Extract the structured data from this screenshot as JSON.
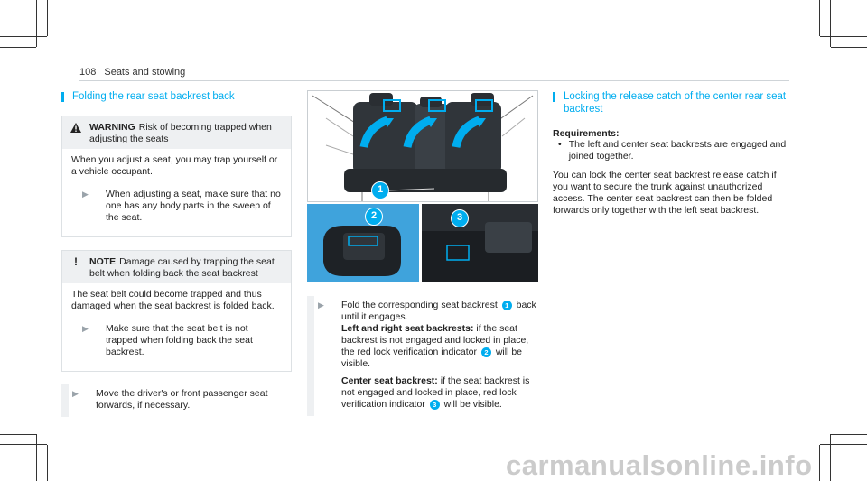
{
  "header": {
    "page_number": "108",
    "section": "Seats and stowing"
  },
  "left": {
    "title": "Folding the rear seat backrest back",
    "warning": {
      "label": "WARNING",
      "heading": "Risk of becoming trapped when adjusting the seats",
      "text": "When you adjust a seat, you may trap yourself or a vehicle occupant.",
      "step": "When adjusting a seat, make sure that no one has any body parts in the sweep of the seat."
    },
    "note": {
      "label": "NOTE",
      "heading": "Damage caused by trapping the seat belt when folding back the seat backrest",
      "text": "The seat belt could become trapped and thus damaged when the seat backrest is folded back.",
      "step": "Make sure that the seat belt is not trapped when folding back the seat backrest."
    },
    "step": "Move the driver's or front passenger seat forwards, if necessary."
  },
  "middle": {
    "figure": {
      "callouts": [
        "1",
        "2",
        "3"
      ]
    },
    "step_a": "Fold the corresponding seat backrest",
    "step_b": "back until it engages.",
    "lr_label": "Left and right seat backrests:",
    "lr_text_a": "if the seat backrest is not engaged and locked in place, the red lock verification indicator",
    "lr_text_b": "will be visible.",
    "center_label": "Center seat backrest:",
    "center_text_a": "if the seat backrest is not engaged and locked in place, red lock verification indicator",
    "center_text_b": "will be visible."
  },
  "right": {
    "title": "Locking the release catch of the center rear seat backrest",
    "requirements_label": "Requirements:",
    "requirement": "The left and center seat backrests are engaged and joined together.",
    "text": "You can lock the center seat backrest release catch if you want to secure the trunk against unauthorized access. The center seat backrest can then be folded forwards only together with the left seat backrest."
  },
  "watermark": "carmanualsonline.info",
  "colors": {
    "accent": "#00adef",
    "box_fill": "#eef0f2"
  }
}
